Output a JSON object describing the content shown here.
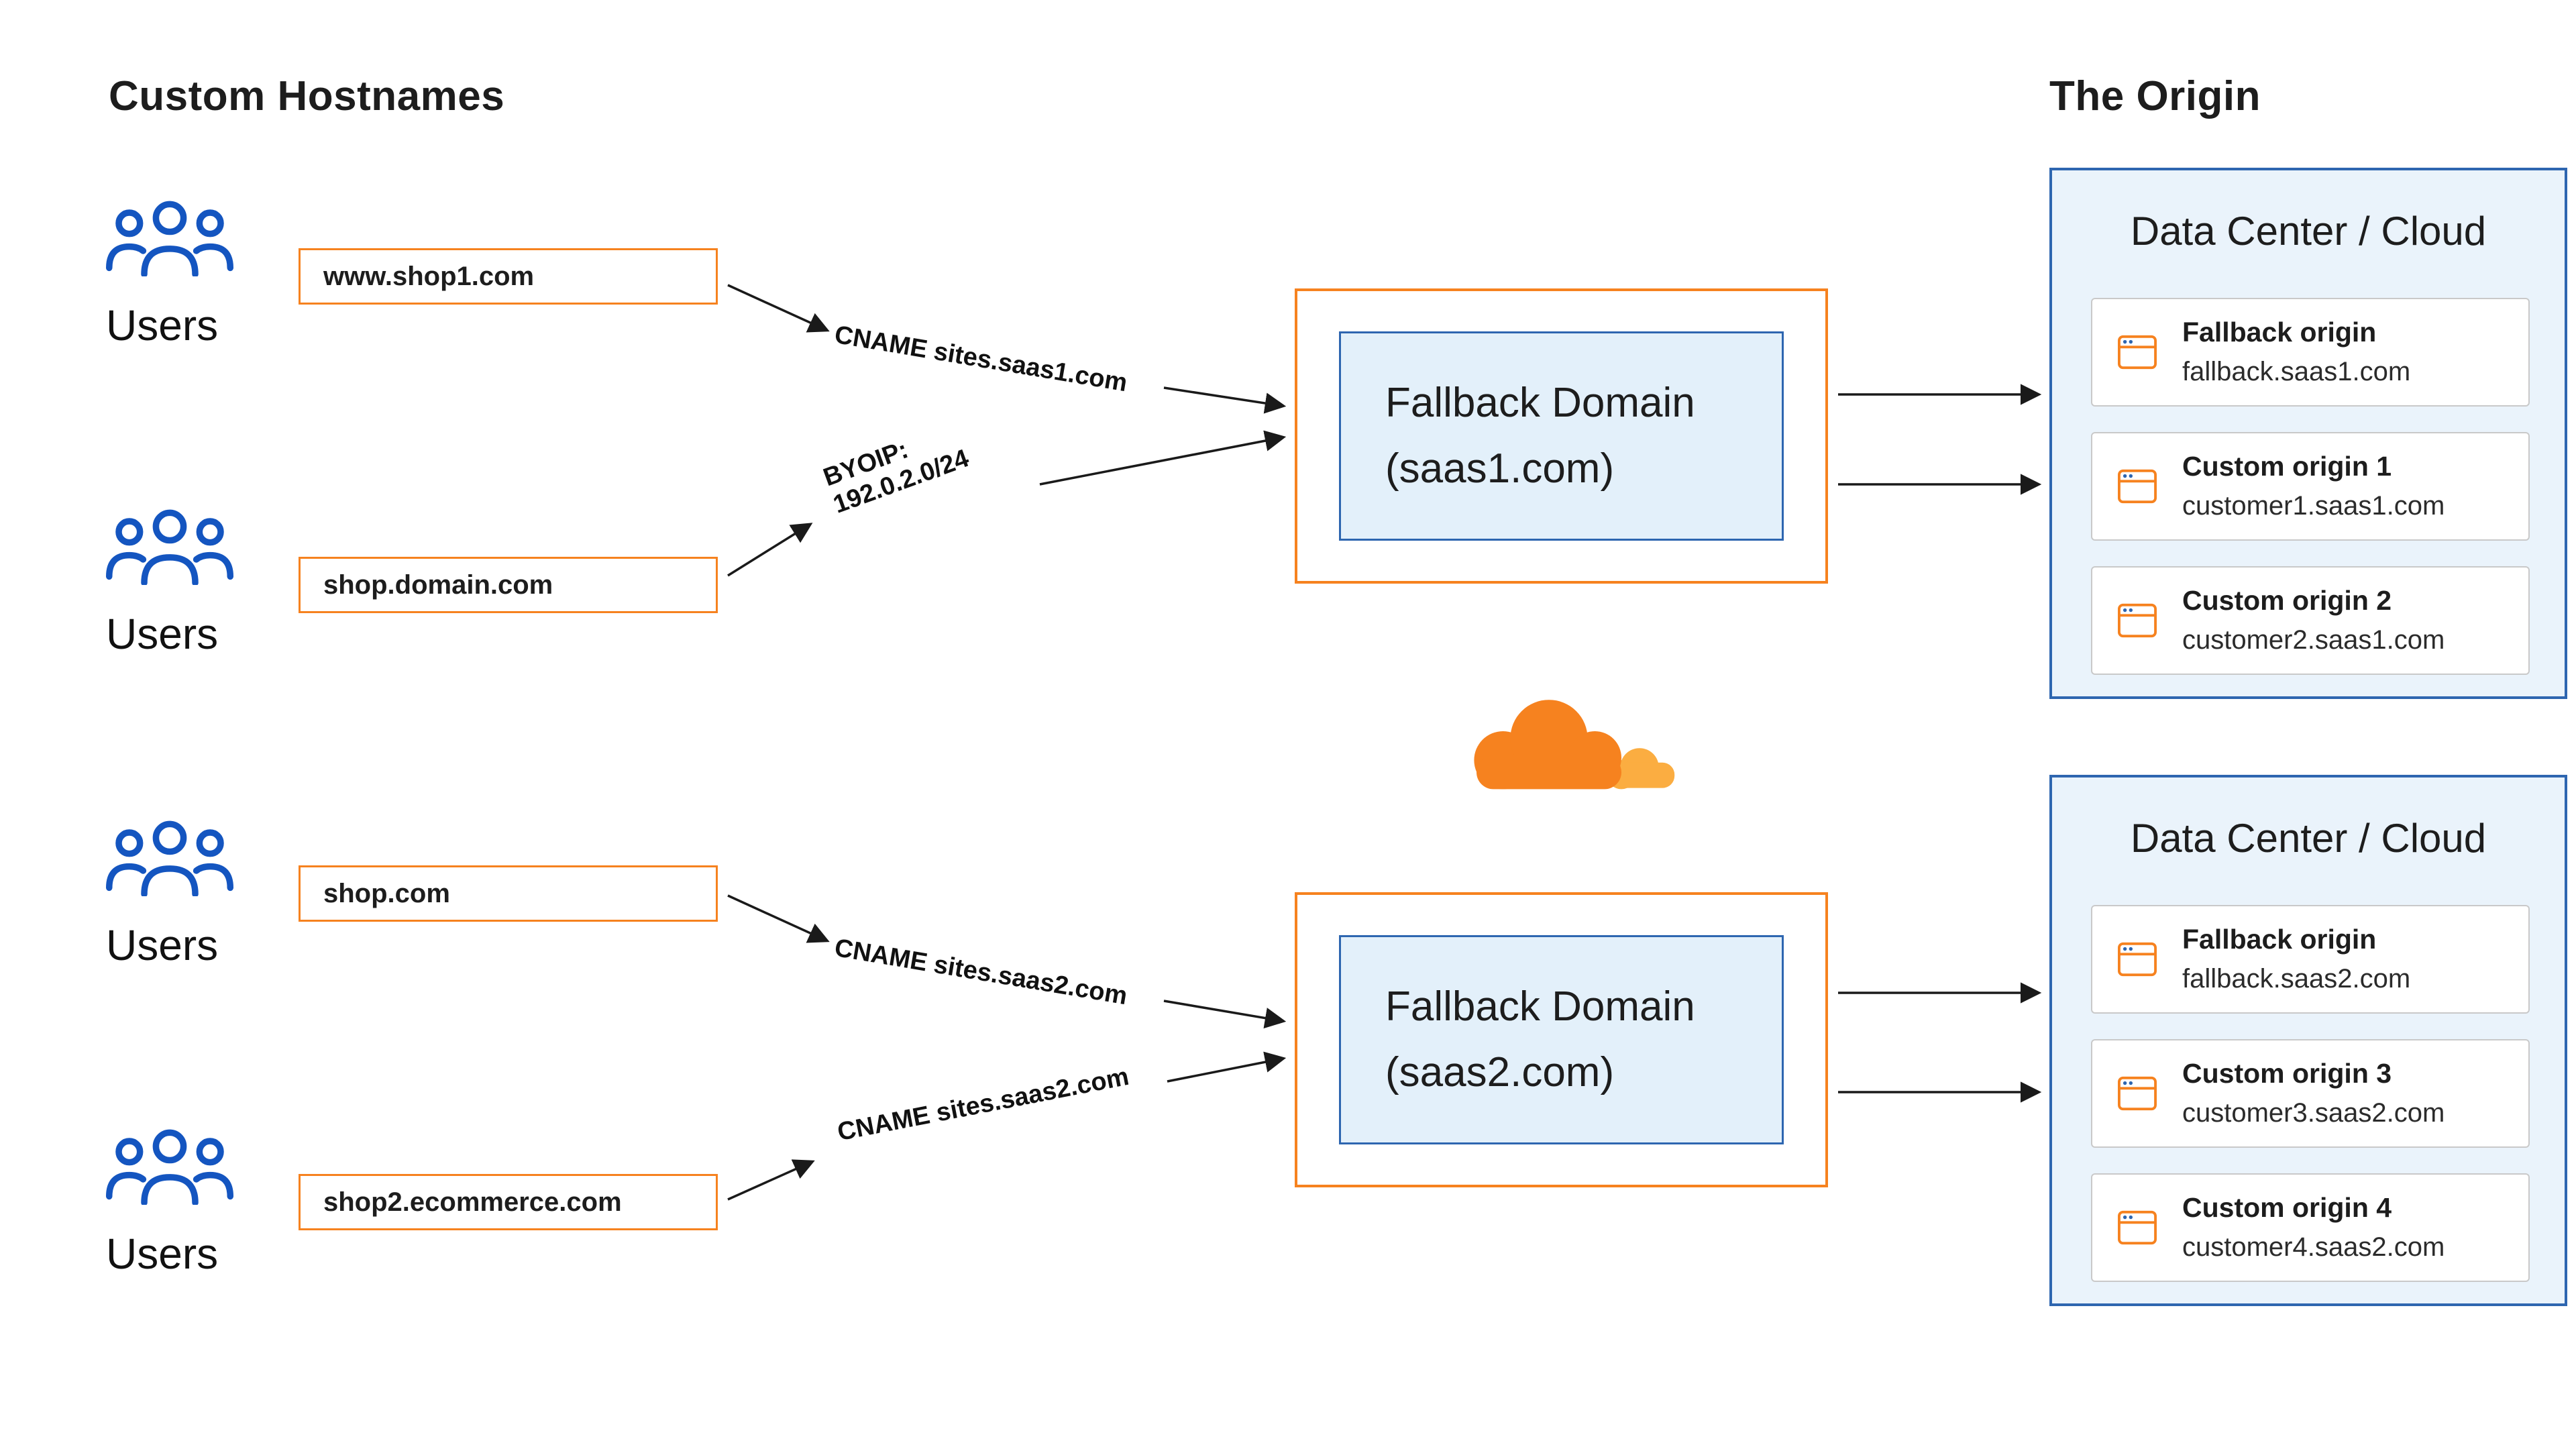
{
  "titles": {
    "custom_hostnames": "Custom Hostnames",
    "the_origin": "The Origin"
  },
  "users_label": "Users",
  "hostnames": [
    "www.shop1.com",
    "shop.domain.com",
    "shop.com",
    "shop2.ecommerce.com"
  ],
  "arrow_labels": [
    "CNAME sites.saas1.com",
    "BYOIP:\n192.0.2.0/24",
    "CNAME sites.saas2.com",
    "CNAME sites.saas2.com"
  ],
  "fallbacks": [
    {
      "line1": "Fallback Domain",
      "line2": "(saas1.com)"
    },
    {
      "line1": "Fallback Domain",
      "line2": "(saas2.com)"
    }
  ],
  "datacenters": [
    {
      "title": "Data Center / Cloud",
      "origins": [
        {
          "name": "Fallback origin",
          "host": "fallback.saas1.com"
        },
        {
          "name": "Custom origin 1",
          "host": "customer1.saas1.com"
        },
        {
          "name": "Custom origin 2",
          "host": "customer2.saas1.com"
        }
      ]
    },
    {
      "title": "Data Center / Cloud",
      "origins": [
        {
          "name": "Fallback origin",
          "host": "fallback.saas2.com"
        },
        {
          "name": "Custom origin 3",
          "host": "customer3.saas2.com"
        },
        {
          "name": "Custom origin 4",
          "host": "customer4.saas2.com"
        }
      ]
    }
  ],
  "colors": {
    "orange": "#f6821f",
    "orange_light": "#fbad41",
    "blue": "#2e66b0",
    "icon_blue": "#1455c0",
    "panel_fill": "#eaf3fb",
    "inner_fill": "#e3f0fa",
    "arrow": "#1a1a1a"
  }
}
